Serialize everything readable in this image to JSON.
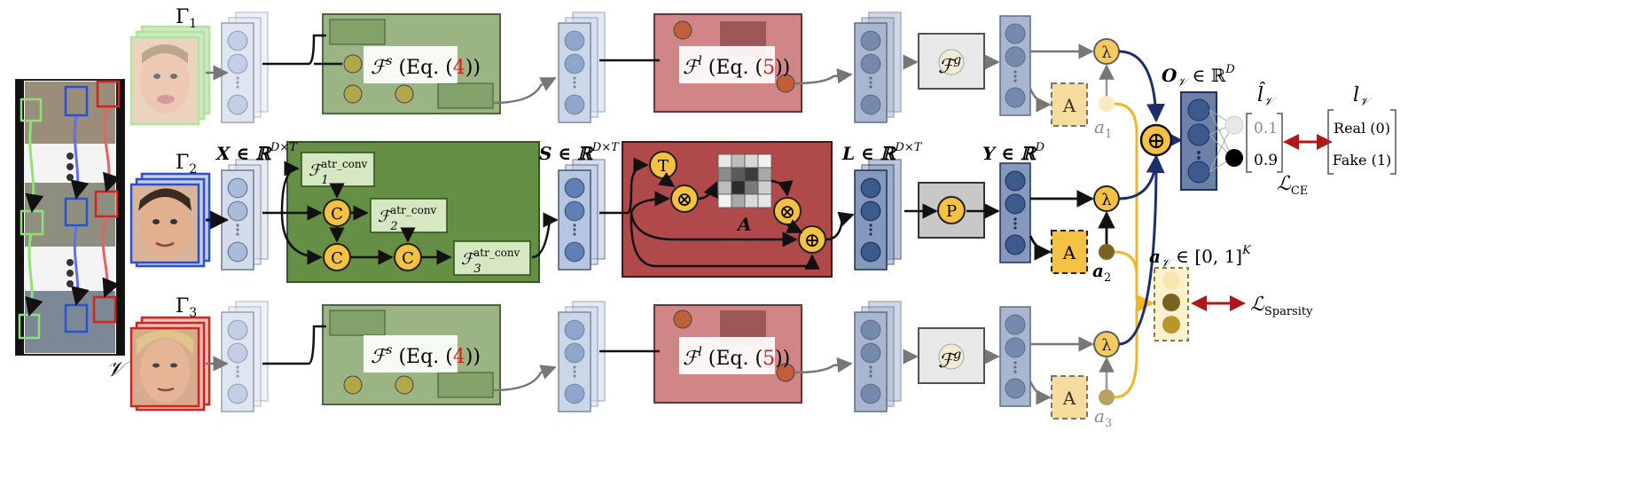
{
  "tracks": {
    "gamma1": "Γ",
    "gamma1_sub": "1",
    "gamma2": "Γ",
    "gamma2_sub": "2",
    "gamma3": "Γ",
    "gamma3_sub": "3",
    "video": "𝒱"
  },
  "labels": {
    "x_space": "X ∈ ℝ",
    "x_exp": "D×T",
    "s_space": "S ∈ ℝ",
    "s_exp": "D×T",
    "l_space": "L ∈ ℝ",
    "l_exp": "D×T",
    "y_space": "Y ∈ ℝ",
    "y_exp": "D",
    "o_space": "O",
    "o_sub": "𝒱",
    "o_rest": " ∈ ℝ",
    "o_exp": "D",
    "a_space": "a",
    "a_sub": "𝒱",
    "a_rest": " ∈ [0, 1]",
    "a_exp": "K",
    "attention_matrix": "A"
  },
  "blocks": {
    "f_s_main": "ℱ",
    "f_s_sup": "s",
    "f_s_eq": " (Eq. (",
    "f_s_num": "4",
    "f_s_end": "))",
    "f_l_main": "ℱ",
    "f_l_sup": "l",
    "f_l_eq": " (Eq. (",
    "f_l_num": "5",
    "f_l_end": "))",
    "f_g_main": "ℱ",
    "f_g_sup": "g",
    "conv_main": "ℱ",
    "conv_sup": "atr_conv",
    "conv1_sub": "1",
    "conv2_sub": "2",
    "conv3_sub": "3"
  },
  "ops": {
    "concat": "C",
    "transpose": "T",
    "multiply": "⊗",
    "add": "⊕",
    "pool": "P",
    "lambda": "λ",
    "attention": "A"
  },
  "weights": {
    "a1": "a",
    "a1_sub": "1",
    "a2": "a",
    "a2_sub": "2",
    "a3": "a",
    "a3_sub": "3"
  },
  "output": {
    "l_hat": "l̂",
    "l_hat_sub": "𝒱",
    "l_true": "l",
    "l_true_sub": "𝒱",
    "prob_real": "0.1",
    "prob_fake": "0.9",
    "class_real": "Real (0)",
    "class_fake": "Fake (1)",
    "loss_ce": "ℒ",
    "loss_ce_sub": "CE",
    "loss_sparsity": "ℒ",
    "loss_sparsity_sub": "Sparsity"
  },
  "colors": {
    "green_block": "#5d8a3c",
    "red_block": "#b04a4a",
    "yellow_op": "#f5c142",
    "blue_node": "#3d5a8c",
    "track_green": "#8fe07a",
    "track_blue": "#2a4fd6",
    "track_red": "#d0241c"
  }
}
